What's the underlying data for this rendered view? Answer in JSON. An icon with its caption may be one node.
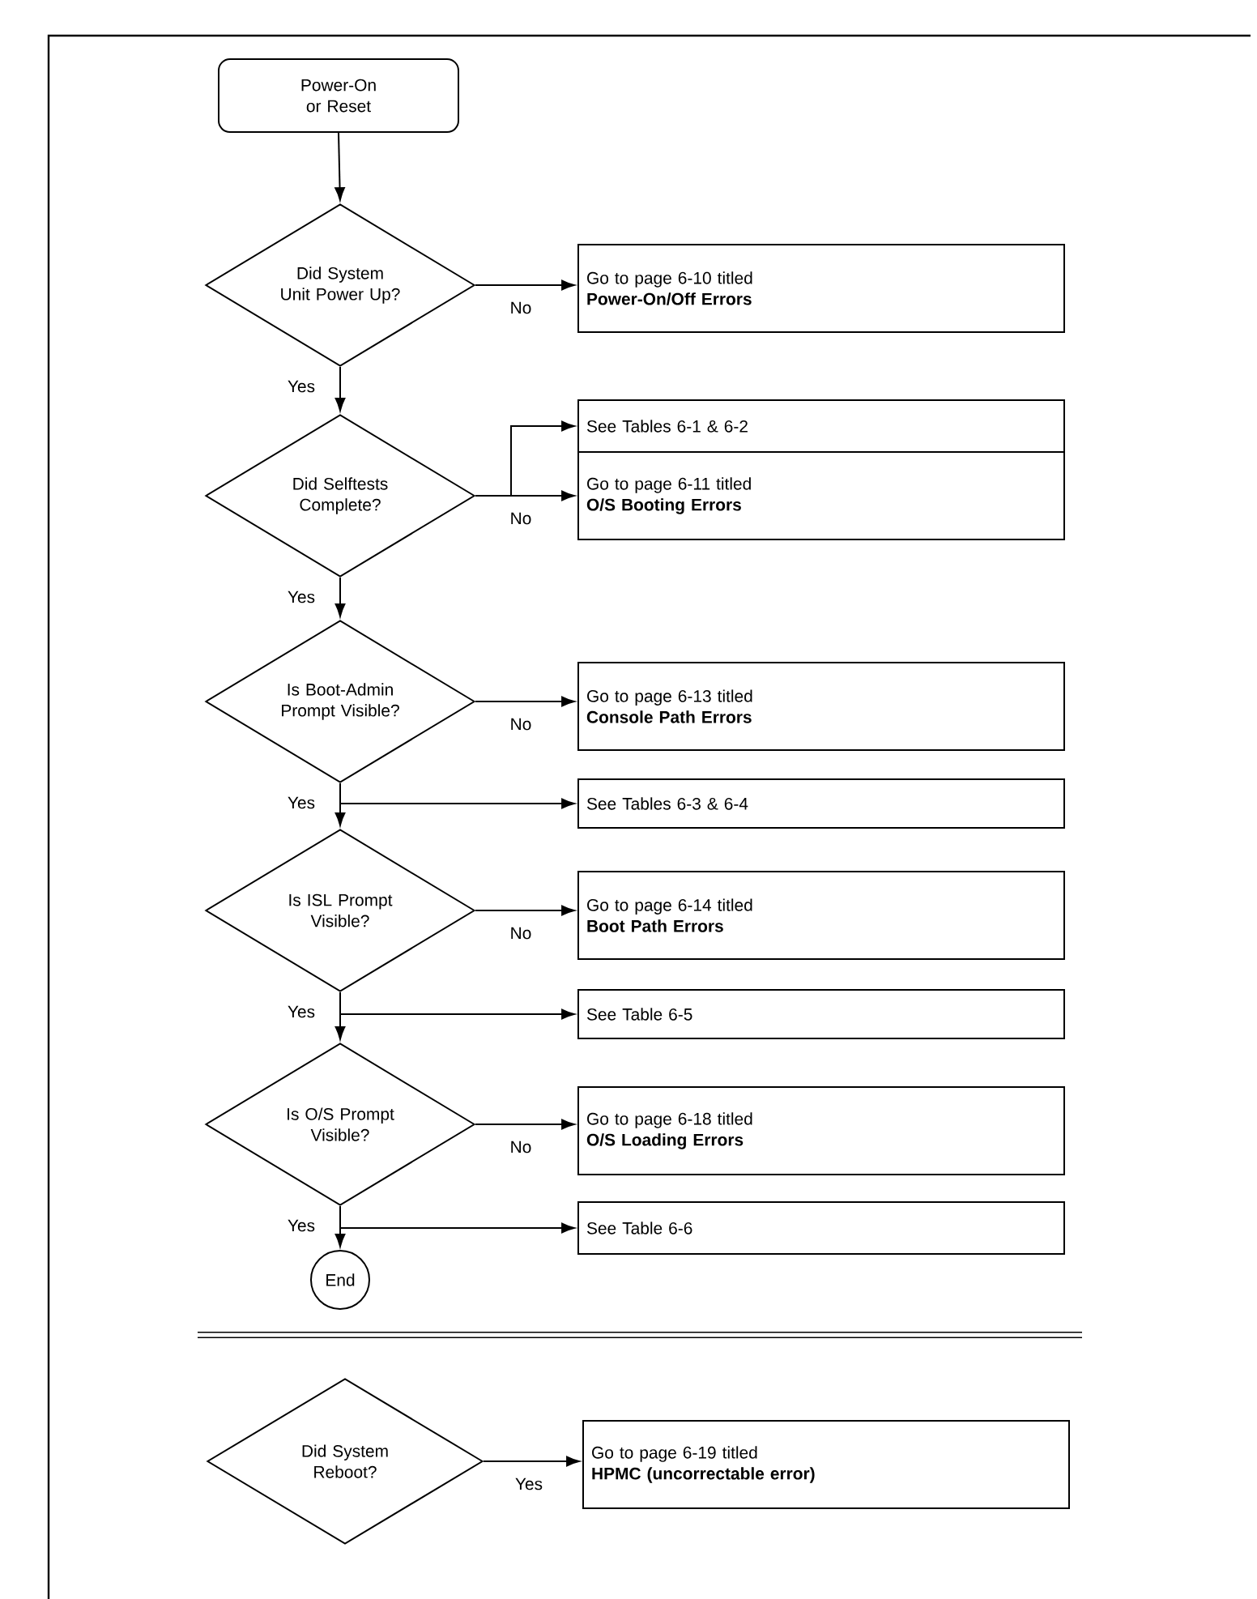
{
  "diagram": {
    "nodes": [
      {
        "text": [
          "Power-On or Reset"
        ]
      },
      {
        "text": [
          "Did System Unit Power Up?"
        ]
      },
      {
        "text": [
          "Go to page 6-10 titled",
          "Power-On/Off Errors"
        ]
      },
      {
        "text": [
          "Did Selftests Complete?"
        ]
      },
      {
        "text": [
          "See Tables 6-1 & 6-2"
        ]
      },
      {
        "text": [
          "Go to page 6-11 titled",
          "O/S Booting Errors"
        ]
      },
      {
        "text": [
          "Is Boot-Admin Prompt Visible?"
        ]
      },
      {
        "text": [
          "Go to page 6-13 titled",
          "Console Path Errors"
        ]
      },
      {
        "text": [
          "See Tables 6-3 & 6-4"
        ]
      },
      {
        "text": [
          "Is ISL Prompt Visible?"
        ]
      },
      {
        "text": [
          "Go to page 6-14 titled",
          "Boot Path Errors"
        ]
      },
      {
        "text": [
          "See Table 6-5"
        ]
      },
      {
        "text": [
          "Is O/S Prompt Visible?"
        ]
      },
      {
        "text": [
          "Go to page 6-18 titled",
          "O/S Loading Errors"
        ]
      },
      {
        "text": [
          "See Table 6-6"
        ]
      },
      {
        "text": [
          "End"
        ]
      },
      {
        "text": [
          "Did System Reboot?"
        ]
      },
      {
        "text": [
          "Go to page 6-19 titled",
          "HPMC (uncorrectable error)"
        ]
      }
    ],
    "edges": [
      {
        "from": 0,
        "to": 1,
        "arrow": "to"
      },
      {
        "from": 1,
        "to": 2,
        "arrow": "to",
        "label": "No"
      },
      {
        "from": 1,
        "to": 3,
        "arrow": "to",
        "label": "Yes"
      },
      {
        "from": 3,
        "to": 4,
        "arrow": "to"
      },
      {
        "from": 3,
        "to": 5,
        "arrow": "to",
        "label": "No"
      },
      {
        "from": 3,
        "to": 6,
        "arrow": "to",
        "label": "Yes"
      },
      {
        "from": 6,
        "to": 7,
        "arrow": "to",
        "label": "No"
      },
      {
        "from": 6,
        "to": 8,
        "arrow": "to"
      },
      {
        "from": 6,
        "to": 9,
        "arrow": "to",
        "label": "Yes"
      },
      {
        "from": 9,
        "to": 10,
        "arrow": "to",
        "label": "No"
      },
      {
        "from": 9,
        "to": 11,
        "arrow": "to"
      },
      {
        "from": 9,
        "to": 12,
        "arrow": "to",
        "label": "Yes"
      },
      {
        "from": 12,
        "to": 13,
        "arrow": "to",
        "label": "No"
      },
      {
        "from": 12,
        "to": 14,
        "arrow": "to"
      },
      {
        "from": 12,
        "to": 15,
        "arrow": "to",
        "label": "Yes"
      },
      {
        "from": 16,
        "to": 17,
        "arrow": "to",
        "label": "Yes"
      }
    ]
  }
}
